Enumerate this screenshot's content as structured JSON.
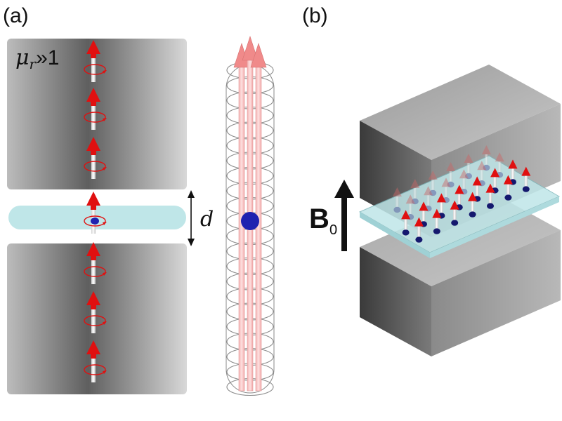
{
  "panels": {
    "a": {
      "label": "(a)",
      "permeability_symbol": "μ",
      "permeability_subscript": "r",
      "permeability_relation": "»1",
      "gap_label": "d"
    },
    "b": {
      "label": "(b)",
      "field_symbol": "B",
      "field_subscript": "0"
    }
  },
  "colors": {
    "spin_arrow": "#e01010",
    "nucleus": "#1f22b0",
    "sample_layer": "#bfe6e8",
    "ghost_arrow": "#f08a8a",
    "magnet_gray": "#8a8a8a"
  }
}
